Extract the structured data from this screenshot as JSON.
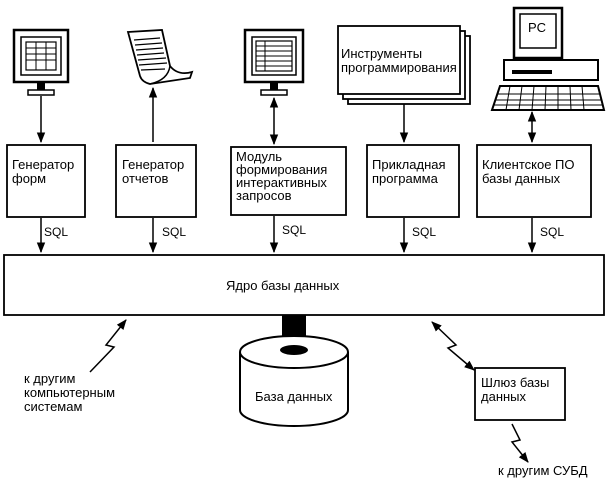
{
  "components": {
    "form_generator": "Генератор\nформ",
    "report_generator": "Генератор\nотчетов",
    "query_module": "Модуль\nформирования\nинтерактивных\nзапросов",
    "app_program": "Прикладная\nпрограмма",
    "client_software": "Клиентское ПО\nбазы данных",
    "dev_tools": "Инструменты\nпрограммирования",
    "pc_label": "PC"
  },
  "sql_label": "SQL",
  "kernel_label": "Ядро базы данных",
  "database_label": "База данных",
  "gateway_label": "Шлюз базы\nданных",
  "other_systems_label": "к другим\nкомпьютерным\nсистемам",
  "other_dbms_label": "к другим СУБД"
}
